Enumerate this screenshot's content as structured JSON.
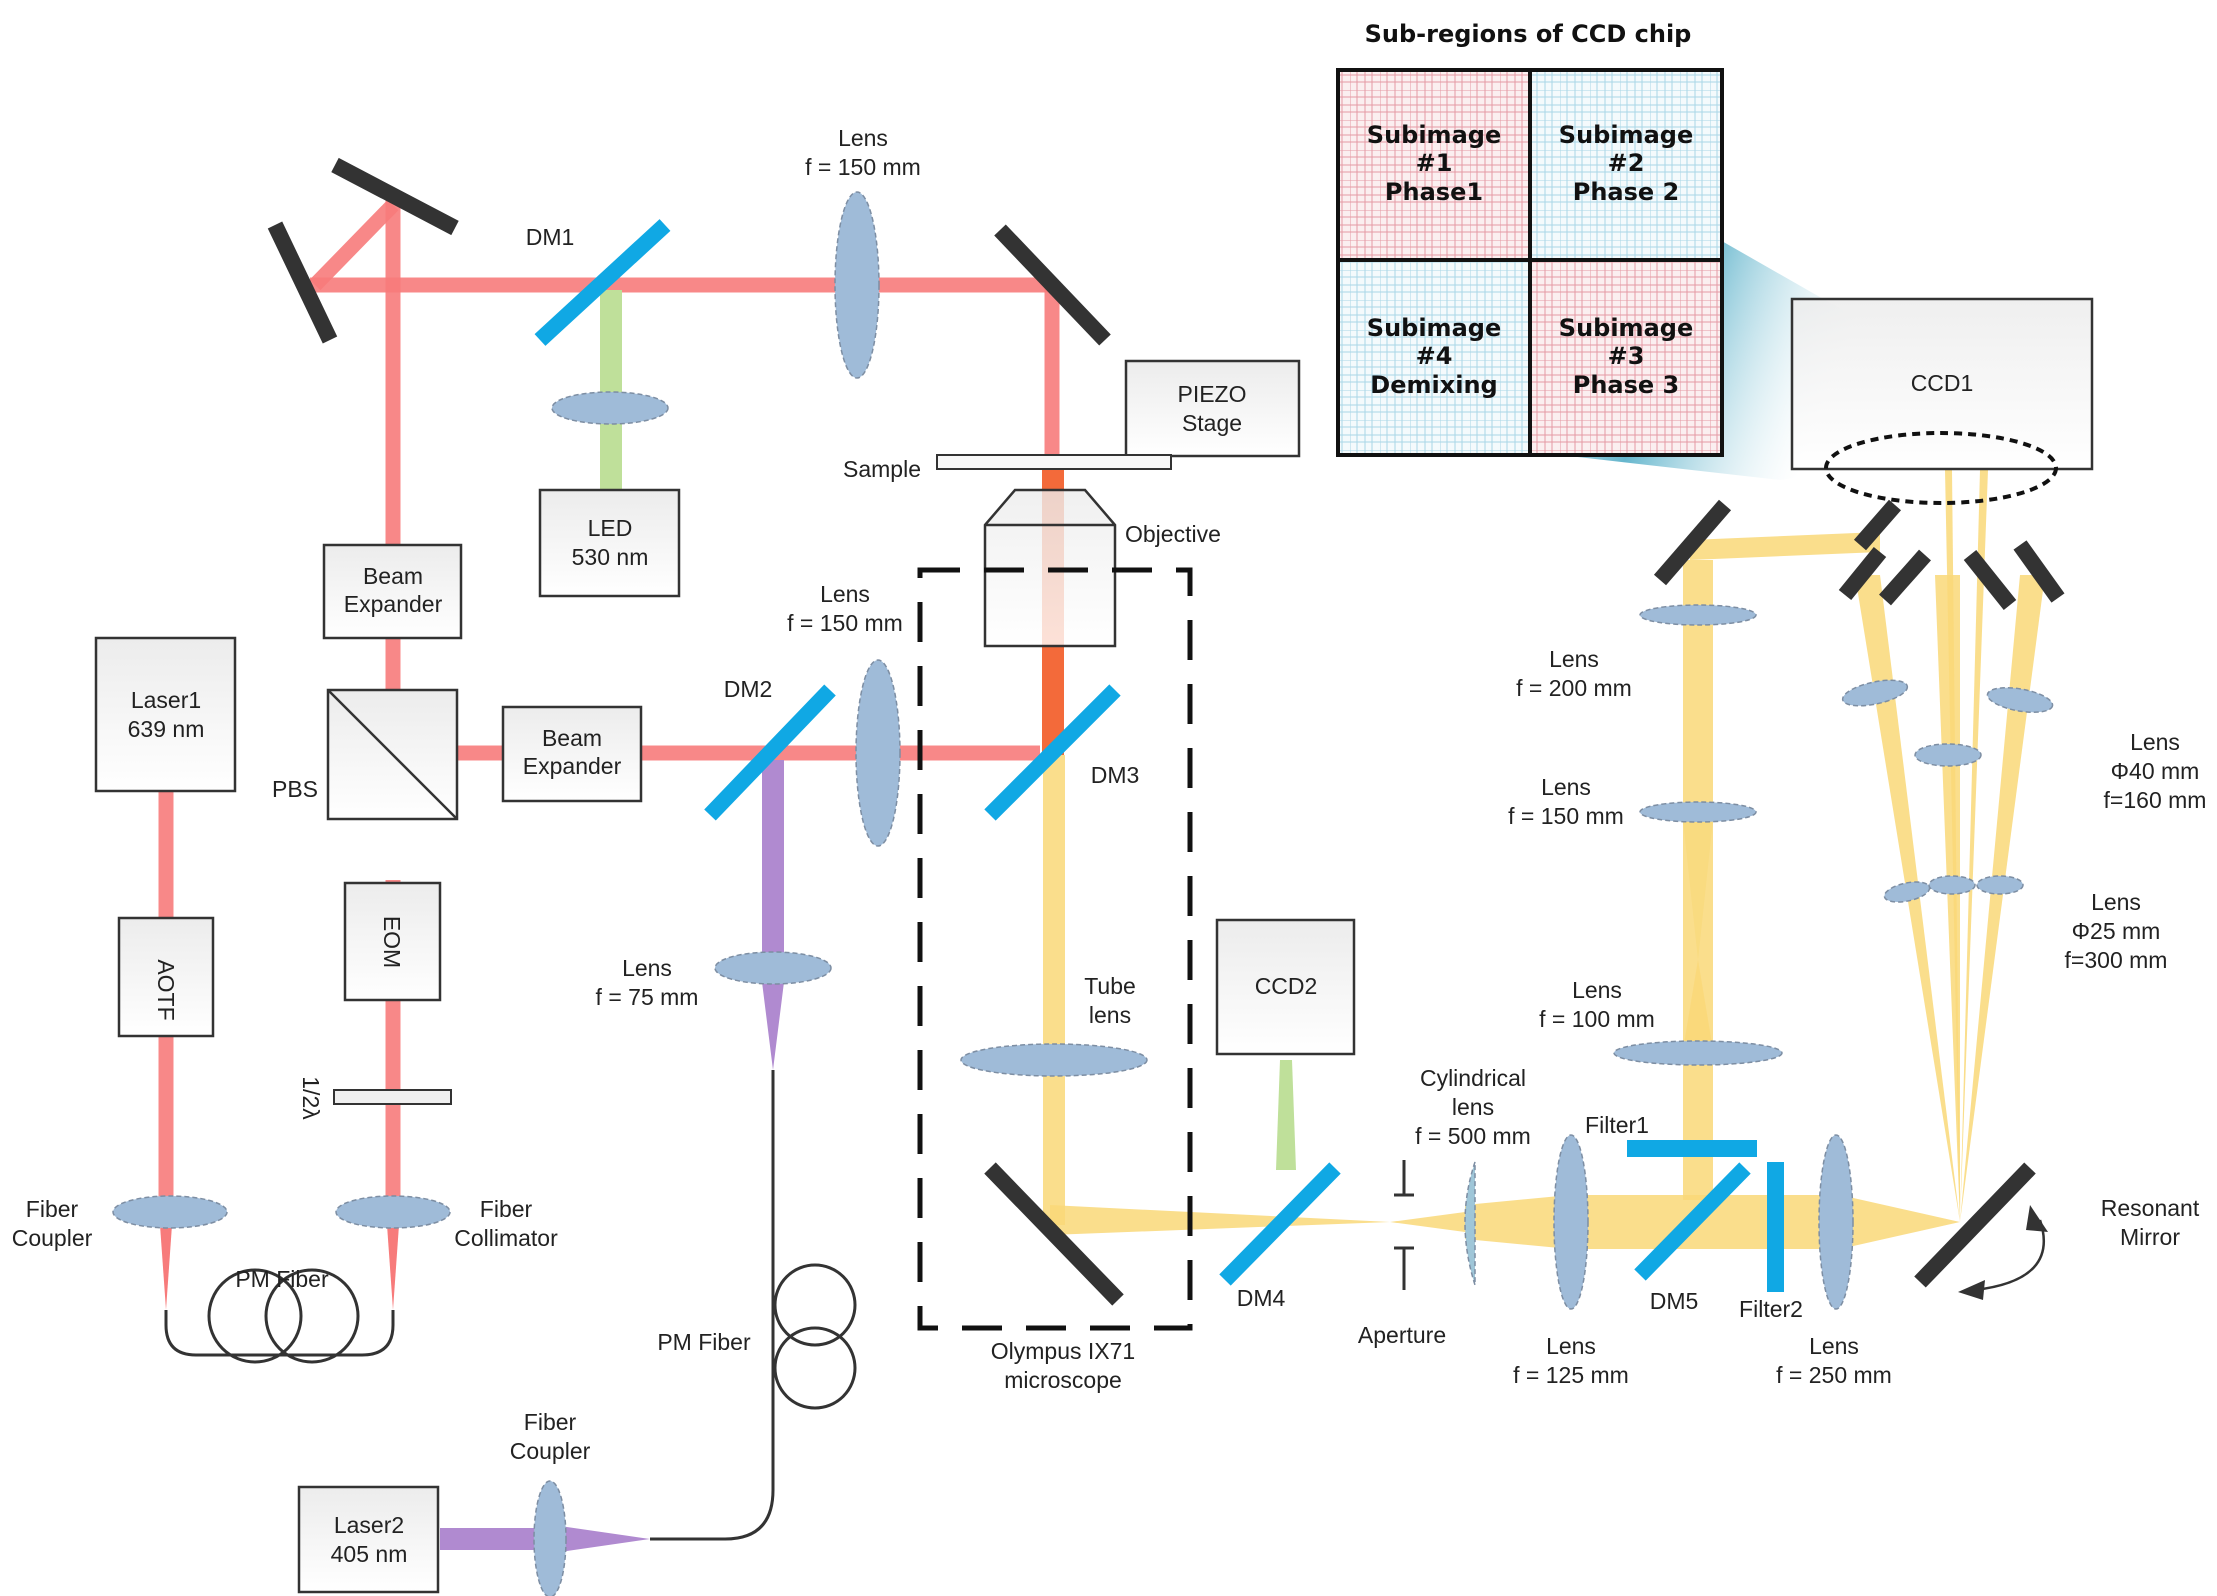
{
  "title": "Sub-regions of CCD chip",
  "subimages": [
    {
      "line1": "Subimage",
      "line2": "#1",
      "line3": "Phase1",
      "tint": "red"
    },
    {
      "line1": "Subimage",
      "line2": "#2",
      "line3": "Phase 2",
      "tint": "blue"
    },
    {
      "line1": "Subimage",
      "line2": "#4",
      "line3": "Demixing",
      "tint": "blue"
    },
    {
      "line1": "Subimage",
      "line2": "#3",
      "line3": "Phase 3",
      "tint": "red"
    }
  ],
  "components": {
    "laser1": [
      "Laser1",
      "639 nm"
    ],
    "laser2": [
      "Laser2",
      "405 nm"
    ],
    "led": [
      "LED",
      "530 nm"
    ],
    "aotf": "AOTF",
    "eom": "EOM",
    "halfwave": "1/2λ",
    "pbs": "PBS",
    "beam_expander_1": [
      "Beam",
      "Expander"
    ],
    "beam_expander_2": [
      "Beam",
      "Expander"
    ],
    "piezo": [
      "PIEZO",
      "Stage"
    ],
    "sample": "Sample",
    "objective": "Objective",
    "ccd1": "CCD1",
    "ccd2": "CCD2",
    "dm1": "DM1",
    "dm2": "DM2",
    "dm3": "DM3",
    "dm4": "DM4",
    "dm5": "DM5",
    "filter1": "Filter1",
    "filter2": "Filter2",
    "aperture": "Aperture",
    "fiber_coupler_1": [
      "Fiber",
      "Coupler"
    ],
    "fiber_collimator": [
      "Fiber",
      "Collimator"
    ],
    "fiber_coupler_2": [
      "Fiber",
      "Coupler"
    ],
    "pm_fiber_1": "PM Fiber",
    "pm_fiber_2": "PM Fiber",
    "microscope": [
      "Olympus IX71",
      "microscope"
    ],
    "tube_lens": [
      "Tube",
      "lens"
    ],
    "resonant_mirror": [
      "Resonant",
      "Mirror"
    ]
  },
  "lenses": {
    "top": [
      "Lens",
      "f = 150 mm"
    ],
    "mid": [
      "Lens",
      "f = 150 mm"
    ],
    "l75": [
      "Lens",
      "f = 75 mm"
    ],
    "l200": [
      "Lens",
      "f = 200 mm"
    ],
    "l150b": [
      "Lens",
      "f = 150 mm"
    ],
    "l100": [
      "Lens",
      "f = 100 mm"
    ],
    "cyl": [
      "Cylindrical",
      "lens",
      "f = 500 mm"
    ],
    "l125": [
      "Lens",
      "f = 125 mm"
    ],
    "l250": [
      "Lens",
      "f = 250 mm"
    ],
    "phi40": [
      "Lens",
      "Φ40 mm",
      "f=160 mm"
    ],
    "phi25": [
      "Lens",
      "Φ25 mm",
      "f=300 mm"
    ]
  },
  "colors": {
    "red_beam": "#f77b7b",
    "green_beam": "#bfe09a",
    "violet_beam": "#b08ad0",
    "yellow_beam": "#f9d878",
    "orange_beam": "#f36a3a",
    "dichroic": "#10a8e4",
    "lens": "#9fbbd8",
    "mirror": "#333333"
  }
}
